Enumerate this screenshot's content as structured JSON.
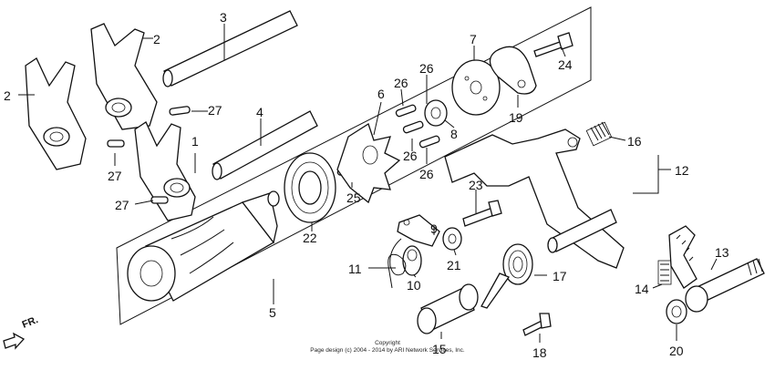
{
  "callouts": [
    {
      "id": "c1",
      "text": "1"
    },
    {
      "id": "c2a",
      "text": "2"
    },
    {
      "id": "c2b",
      "text": "2"
    },
    {
      "id": "c3",
      "text": "3"
    },
    {
      "id": "c4",
      "text": "4"
    },
    {
      "id": "c5",
      "text": "5"
    },
    {
      "id": "c6",
      "text": "6"
    },
    {
      "id": "c7",
      "text": "7"
    },
    {
      "id": "c8",
      "text": "8"
    },
    {
      "id": "c9",
      "text": "9"
    },
    {
      "id": "c10",
      "text": "10"
    },
    {
      "id": "c11",
      "text": "11"
    },
    {
      "id": "c12",
      "text": "12"
    },
    {
      "id": "c13",
      "text": "13"
    },
    {
      "id": "c14",
      "text": "14"
    },
    {
      "id": "c15",
      "text": "15"
    },
    {
      "id": "c16",
      "text": "16"
    },
    {
      "id": "c17",
      "text": "17"
    },
    {
      "id": "c18",
      "text": "18"
    },
    {
      "id": "c19",
      "text": "19"
    },
    {
      "id": "c20",
      "text": "20"
    },
    {
      "id": "c21",
      "text": "21"
    },
    {
      "id": "c22",
      "text": "22"
    },
    {
      "id": "c23",
      "text": "23"
    },
    {
      "id": "c24",
      "text": "24"
    },
    {
      "id": "c25",
      "text": "25"
    },
    {
      "id": "c26a",
      "text": "26"
    },
    {
      "id": "c26b",
      "text": "26"
    },
    {
      "id": "c26c",
      "text": "26"
    },
    {
      "id": "c26d",
      "text": "26"
    },
    {
      "id": "c27a",
      "text": "27"
    },
    {
      "id": "c27b",
      "text": "27"
    },
    {
      "id": "c27c",
      "text": "27"
    }
  ],
  "direction_marker": "FR.",
  "copyright_line1": "Copyright",
  "copyright_line2": "Page design (c) 2004 - 2014 by ARI Network Services, Inc."
}
